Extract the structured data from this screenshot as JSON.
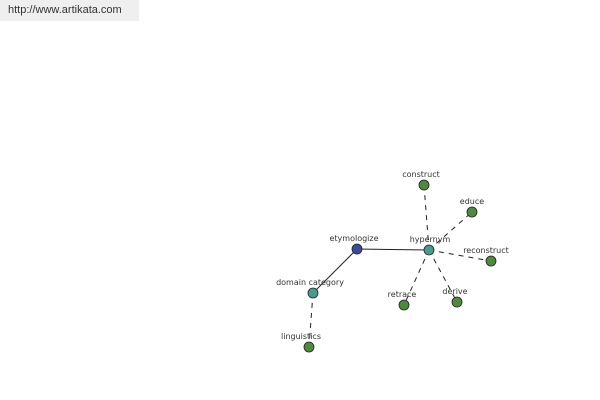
{
  "header": {
    "url": "http://www.artikata.com"
  },
  "graph": {
    "nodes": [
      {
        "id": "etymologize",
        "label": "etymologize",
        "role": "center"
      },
      {
        "id": "hypernym",
        "label": "hypernym",
        "role": "relation"
      },
      {
        "id": "domain_category",
        "label": "domain category",
        "role": "relation"
      },
      {
        "id": "construct",
        "label": "construct",
        "role": "word"
      },
      {
        "id": "educe",
        "label": "educe",
        "role": "word"
      },
      {
        "id": "reconstruct",
        "label": "reconstruct",
        "role": "word"
      },
      {
        "id": "derive",
        "label": "derive",
        "role": "word"
      },
      {
        "id": "retrace",
        "label": "retrace",
        "role": "word"
      },
      {
        "id": "linguistics",
        "label": "linguistics",
        "role": "word"
      }
    ],
    "edges": [
      {
        "from": "etymologize",
        "to": "hypernym",
        "style": "solid"
      },
      {
        "from": "etymologize",
        "to": "domain_category",
        "style": "solid"
      },
      {
        "from": "hypernym",
        "to": "construct",
        "style": "dashed"
      },
      {
        "from": "hypernym",
        "to": "educe",
        "style": "dashed"
      },
      {
        "from": "hypernym",
        "to": "reconstruct",
        "style": "dashed"
      },
      {
        "from": "hypernym",
        "to": "derive",
        "style": "dashed"
      },
      {
        "from": "hypernym",
        "to": "retrace",
        "style": "dashed"
      },
      {
        "from": "domain_category",
        "to": "linguistics",
        "style": "dashed"
      }
    ]
  },
  "colors": {
    "center": "#3b4a99",
    "relation": "#4a9a8e",
    "word": "#4d8a40",
    "edge": "#222222"
  }
}
